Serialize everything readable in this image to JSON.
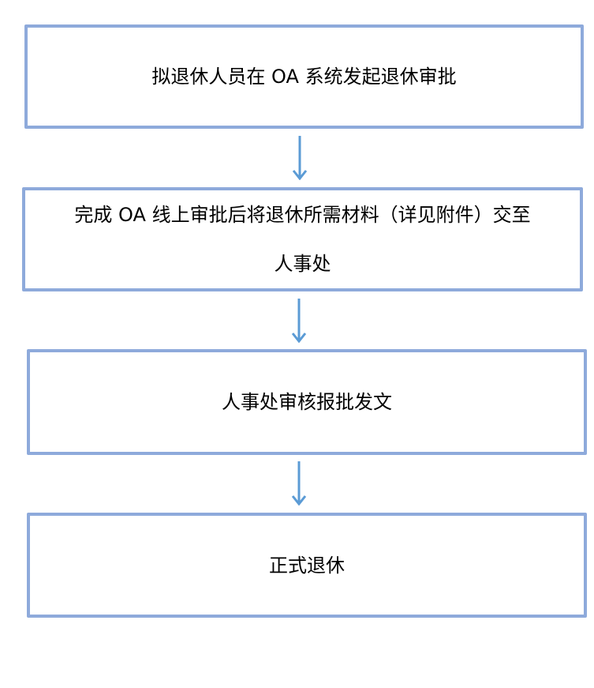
{
  "flowchart": {
    "steps": [
      {
        "text": "拟退休人员在 OA 系统发起退休审批"
      },
      {
        "text": "完成 OA 线上审批后将退休所需材料（详见附件）交至人事处",
        "line1": "完成 OA 线上审批后将退休所需材料（详见附件）交至",
        "line2": "人事处"
      },
      {
        "text": "人事处审核报批发文"
      },
      {
        "text": "正式退休"
      }
    ],
    "connectors": [
      {
        "from": 1,
        "to": 2,
        "icon": "arrow-down-icon"
      },
      {
        "from": 2,
        "to": 3,
        "icon": "arrow-down-icon"
      },
      {
        "from": 3,
        "to": 4,
        "icon": "arrow-down-icon"
      }
    ],
    "colors": {
      "box_border": "#8eaadb",
      "arrow": "#5b9bd5",
      "text": "#000000"
    }
  }
}
